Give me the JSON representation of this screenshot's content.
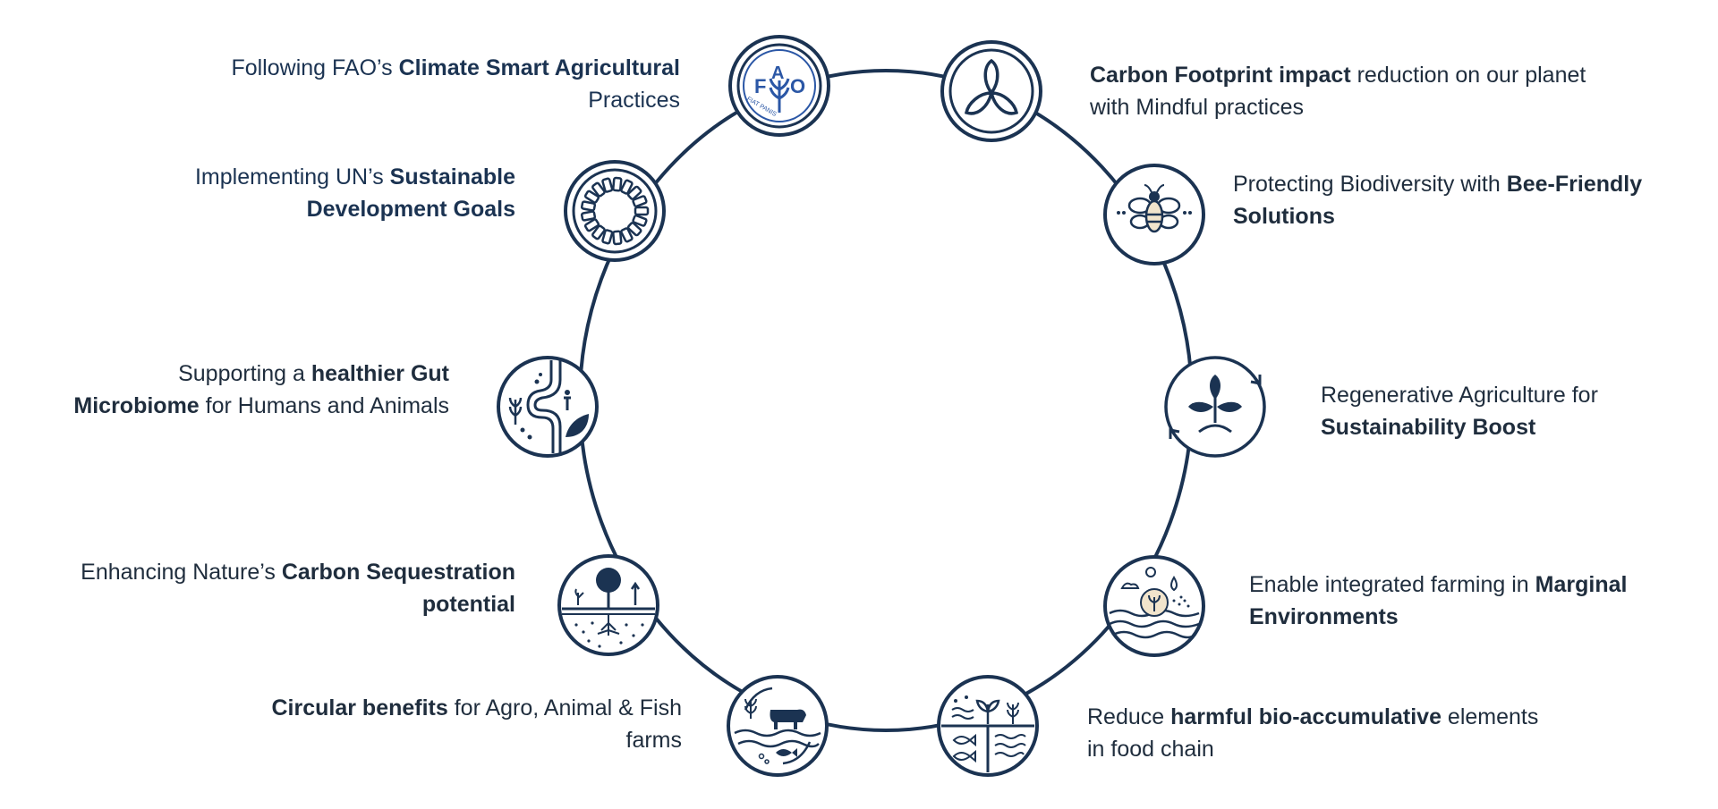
{
  "colors": {
    "ring": "#1b3352",
    "text": "#1f2d3d",
    "fao_blue": "#2b57a6",
    "accent_beige": "#f1e4cc"
  },
  "items": [
    {
      "id": "fao",
      "icon": "fao-logo-icon",
      "pre": "Following FAO’s ",
      "bold": "Climate Smart Agricultural",
      "post": " Practices",
      "logo_text": "FAO",
      "logo_motto": "FIAT PANIS"
    },
    {
      "id": "carbon-footprint",
      "icon": "trefoil-leaf-icon",
      "pre": "",
      "bold": "Carbon Footprint impact",
      "post": " reduction on our planet with Mindful practices"
    },
    {
      "id": "sdg",
      "icon": "sdg-wheel-icon",
      "pre": "Implementing UN’s ",
      "bold": "Sustainable Development Goals",
      "post": ""
    },
    {
      "id": "bee",
      "icon": "bee-icon",
      "pre": "Protecting Biodiversity with ",
      "bold": "Bee-Friendly Solutions",
      "post": ""
    },
    {
      "id": "gut",
      "icon": "gut-microbiome-icon",
      "pre": "Supporting a ",
      "bold": "healthier Gut Microbiome",
      "post": " for Humans and Animals"
    },
    {
      "id": "regenerative",
      "icon": "sprout-cycle-icon",
      "pre": "Regenerative Agriculture for ",
      "bold": "Sustainability Boost",
      "post": ""
    },
    {
      "id": "sequestration",
      "icon": "tree-roots-icon",
      "pre": "Enhancing Nature’s ",
      "bold": "Carbon Sequestration potential",
      "post": ""
    },
    {
      "id": "marginal",
      "icon": "marginal-land-icon",
      "pre": "Enable integrated farming in ",
      "bold": "Marginal Environments",
      "post": ""
    },
    {
      "id": "circular",
      "icon": "cow-fish-cycle-icon",
      "pre": "",
      "bold": "Circular benefits",
      "post": " for Agro, Animal & Fish farms"
    },
    {
      "id": "bioaccumulative",
      "icon": "plant-fish-water-icon",
      "pre": "Reduce ",
      "bold": "harmful bio-accumulative",
      "post": " elements in food chain"
    }
  ]
}
